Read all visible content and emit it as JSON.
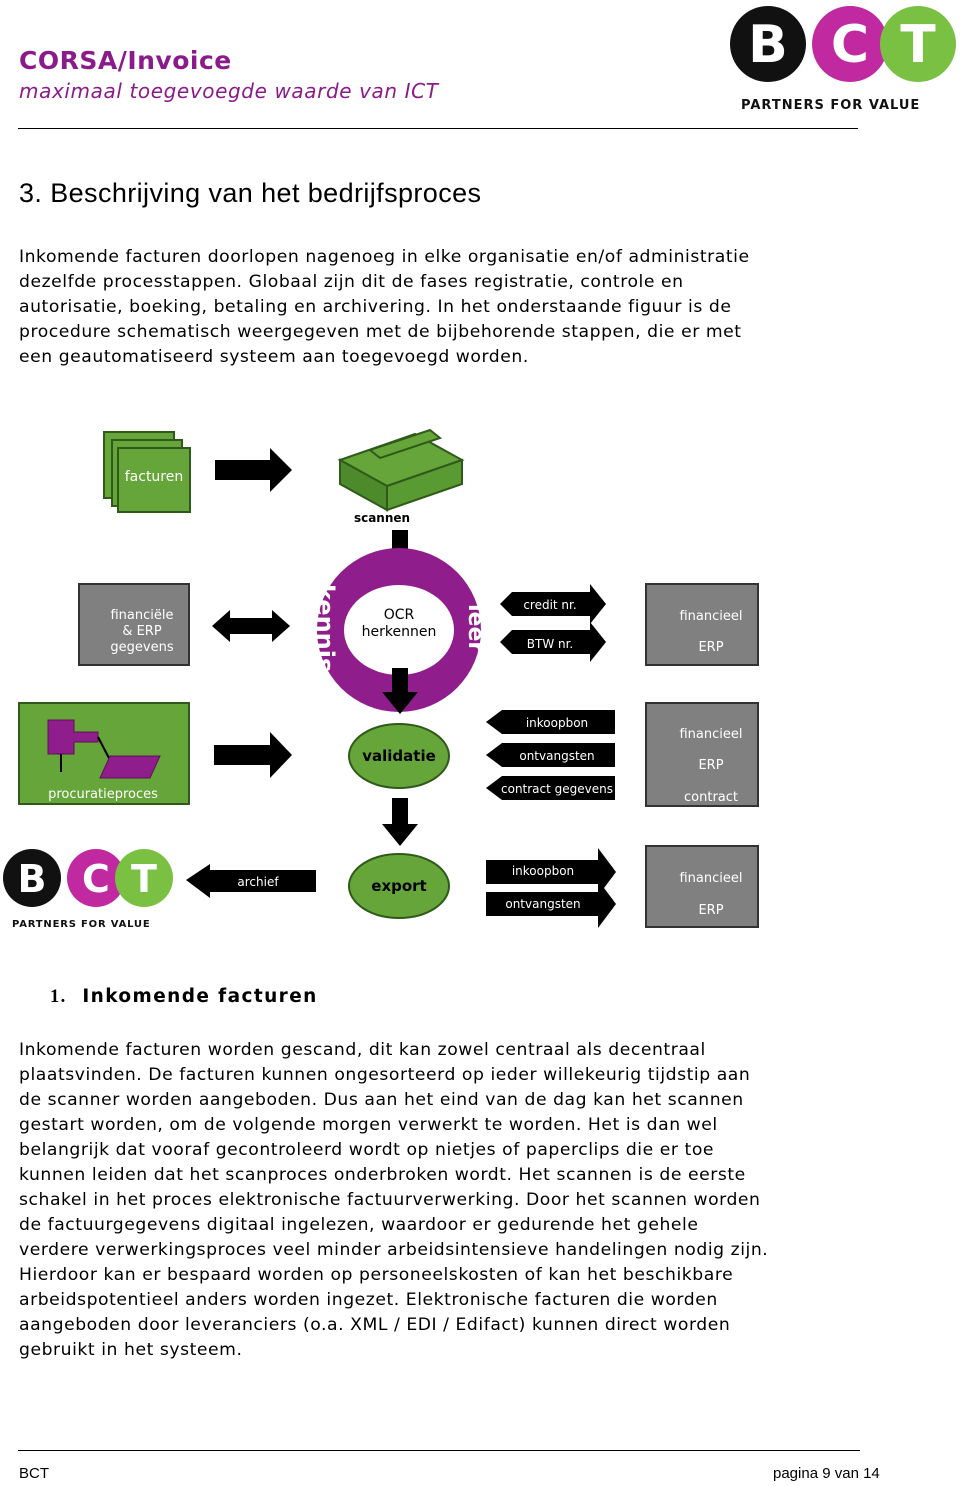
{
  "header": {
    "title": "CORSA/Invoice",
    "subtitle": "maximaal toegevoegde waarde van ICT",
    "logo_tagline": "PARTNERS FOR VALUE"
  },
  "section": {
    "heading": "3. Beschrijving van het bedrijfsproces",
    "intro_lines": [
      "Inkomende facturen doorlopen nagenoeg in elke organisatie en/of administratie",
      "dezelfde processtappen. Globaal zijn dit de fases registratie, controle en",
      "autorisatie, boeking, betaling en archivering. In het onderstaande figuur is de",
      "procedure schematisch weergegeven met de bijbehorende stappen, die er met",
      "een geautomatiseerd systeem aan toegevoegd worden."
    ]
  },
  "diagram": {
    "facturen": "facturen",
    "scannen": "scannen",
    "financiele_gegevens": [
      "financiële",
      "& ERP",
      "gegevens"
    ],
    "kennis": "kennis",
    "leer": "leer",
    "ocr": [
      "OCR",
      "herkennen"
    ],
    "credit": "credit nr.",
    "btw": "BTW nr.",
    "financieel_erp_1": [
      "financieel",
      "ERP"
    ],
    "procuratieproces": "procuratieproces",
    "validatie": "validatie",
    "val_inkoopbon": "inkoopbon",
    "val_ontvangsten": "ontvangsten",
    "val_contract": "contract gegevens",
    "financieel_erp_contract": [
      "financieel",
      "ERP",
      "contract"
    ],
    "archief": "archief",
    "export": "export",
    "exp_inkoopbon": "inkoopbon",
    "exp_ontvangsten": "ontvangsten",
    "financieel_erp_2": [
      "financieel",
      "ERP"
    ],
    "logo_tagline": "PARTNERS FOR VALUE",
    "colors": {
      "green": "#66a53a",
      "purple": "#8f1e8c",
      "grey": "#808080",
      "black": "#000000"
    }
  },
  "subsection": {
    "number": "1.",
    "heading": "Inkomende facturen",
    "lines": [
      "Inkomende facturen worden gescand, dit kan zowel centraal als decentraal",
      "plaatsvinden. De facturen kunnen ongesorteerd op ieder willekeurig tijdstip aan",
      "de scanner worden aangeboden. Dus aan het eind van de dag kan het scannen",
      "gestart worden, om de volgende morgen verwerkt te worden. Het is dan wel",
      "belangrijk dat vooraf gecontroleerd wordt op nietjes of paperclips die er toe",
      "kunnen leiden dat het scanproces onderbroken wordt. Het scannen is de eerste",
      "schakel in het proces elektronische factuurverwerking. Door het scannen worden",
      "de factuurgegevens digitaal ingelezen, waardoor er gedurende het gehele",
      "verdere verwerkingsproces veel minder arbeidsintensieve handelingen nodig zijn.",
      "Hierdoor kan er bespaard worden op personeelskosten of kan het beschikbare",
      "arbeidspotentieel anders worden ingezet. Elektronische facturen die worden",
      "aangeboden door leveranciers (o.a. XML / EDI / Edifact) kunnen direct worden",
      "gebruikt in het systeem."
    ]
  },
  "footer": {
    "left": "BCT",
    "right": "pagina 9 van 14"
  }
}
